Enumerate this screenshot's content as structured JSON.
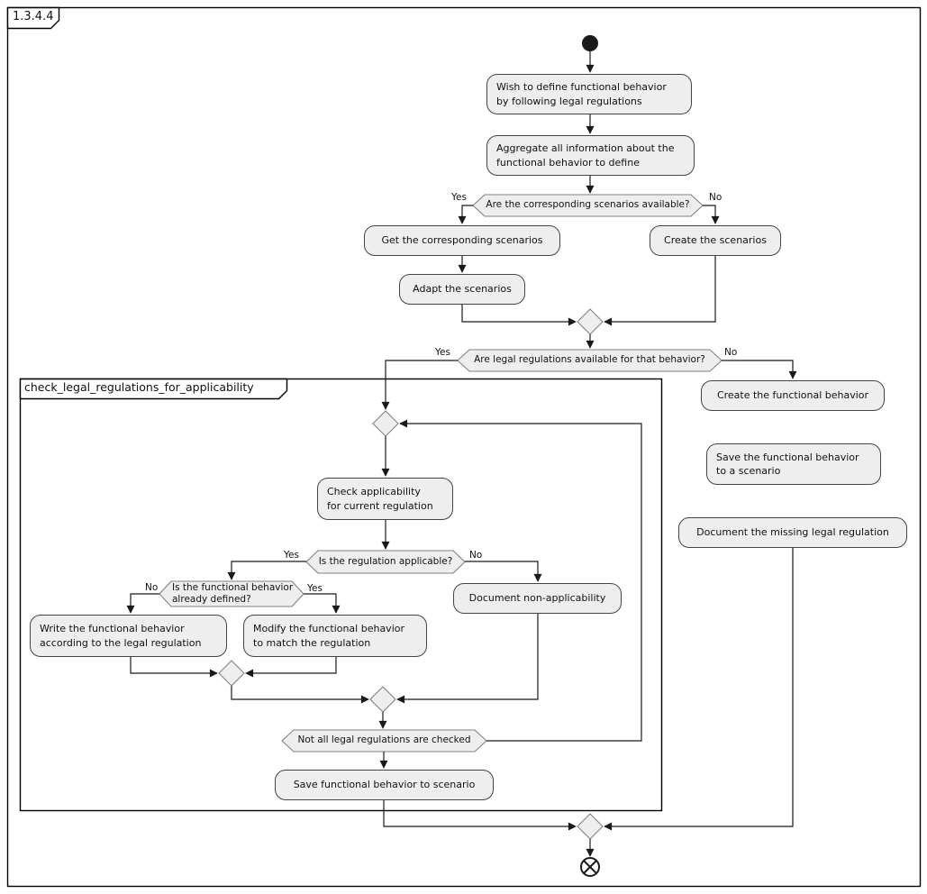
{
  "outer_frame": {
    "title": "1.3.4.4"
  },
  "inner_frame": {
    "title": "check_legal_regulations_for_applicability"
  },
  "labels": {
    "yes": "Yes",
    "no": "No"
  },
  "activities": {
    "wish": {
      "lines": [
        "Wish to define functional behavior",
        "by following legal regulations"
      ]
    },
    "aggregate": {
      "lines": [
        "Aggregate all information about the",
        "functional behavior to define"
      ]
    },
    "get_scenarios": {
      "lines": [
        "Get the corresponding scenarios"
      ]
    },
    "create_scenarios": {
      "lines": [
        "Create the scenarios"
      ]
    },
    "adapt_scenarios": {
      "lines": [
        "Adapt the scenarios"
      ]
    },
    "create_behavior": {
      "lines": [
        "Create the functional behavior"
      ]
    },
    "save_behavior": {
      "lines": [
        "Save the functional behavior",
        "to a scenario"
      ]
    },
    "document_missing": {
      "lines": [
        "Document the missing legal regulation"
      ]
    },
    "check_applicability": {
      "lines": [
        "Check applicability",
        "for current regulation"
      ]
    },
    "write_behavior": {
      "lines": [
        "Write the functional behavior",
        "according to the legal regulation"
      ]
    },
    "modify_behavior": {
      "lines": [
        "Modify the functional behavior",
        "to match the regulation"
      ]
    },
    "document_nonapplicability": {
      "lines": [
        "Document non-applicability"
      ]
    },
    "save_functional": {
      "lines": [
        "Save functional behavior to scenario"
      ]
    }
  },
  "decisions": {
    "scenarios_available": "Are the corresponding scenarios available?",
    "regulations_available": "Are legal regulations available for that behavior?",
    "regulation_applicable": "Is the regulation applicable?",
    "behavior_defined": {
      "lines": [
        "Is the functional behavior",
        "already defined?"
      ]
    },
    "not_all_checked": "Not all legal regulations are checked"
  },
  "colors": {
    "node_fill": "#eeeeee",
    "node_border": "#454545",
    "shape_border": "#828282",
    "line": "#1a1a1a",
    "frame_border": "#000000"
  }
}
